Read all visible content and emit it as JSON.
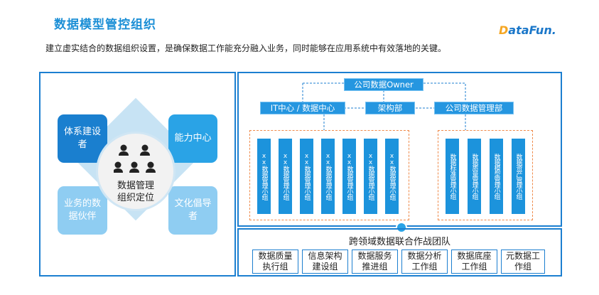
{
  "title": "数据模型管控组织",
  "logo": {
    "prefix": "D",
    "text": "ataFun."
  },
  "description": "建立虚实结合的数据组织设置，是确保数据工作能充分融入业务，同时能够在应用系统中有效落地的关键。",
  "left_panel": {
    "center_label_line1": "数据管理",
    "center_label_line2": "组织定位",
    "quadrants": {
      "top_left": "体系建设者",
      "top_right": "能力中心",
      "bottom_left": "业务的数据伙伴",
      "bottom_right": "文化倡导者"
    },
    "colors": {
      "dark": "#1a7fcf",
      "mid": "#2aa3e6",
      "light": "#8fcdf2",
      "diamond": "#c7e3f4"
    }
  },
  "org_chart": {
    "owner": "公司数据Owner",
    "departments": [
      "IT中心 / 数据中心",
      "架构部",
      "公司数据管理部"
    ],
    "it_groups": [
      "xx数据管理小组",
      "xx数据管理小组",
      "xx数据管理小组",
      "xx数据管理小组",
      "xx数据管理小组",
      "xx数据管理小组",
      "xx数据管理小组"
    ],
    "mgmt_groups": [
      "数据标准管理小组",
      "数据质量管理小组",
      "数据模型管理小组",
      "数据资产管理小组"
    ]
  },
  "team": {
    "title": "跨领域数据联合作战团队",
    "groups": [
      "数据质量执行组",
      "信息架构建设组",
      "数据服务推进组",
      "数据分析工作组",
      "数据底座工作组",
      "元数据工作组"
    ]
  },
  "colors": {
    "accent_blue": "#1c8fd6",
    "dashed_orange": "#ef8a4a"
  }
}
